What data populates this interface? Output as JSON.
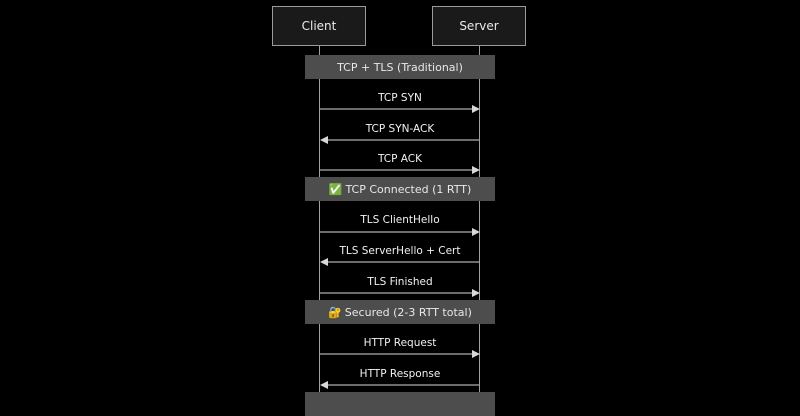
{
  "actors": {
    "client": "Client",
    "server": "Server"
  },
  "notes": {
    "n1": "TCP + TLS (Traditional)",
    "n2": "TCP Connected (1 RTT)",
    "n3": "Secured (2-3 RTT total)",
    "n2_icon": "✅",
    "n3_icon": "🔐"
  },
  "messages": [
    {
      "label": "TCP SYN",
      "direction": "client-to-server"
    },
    {
      "label": "TCP SYN-ACK",
      "direction": "server-to-client"
    },
    {
      "label": "TCP ACK",
      "direction": "client-to-server"
    },
    {
      "label": "TLS ClientHello",
      "direction": "client-to-server"
    },
    {
      "label": "TLS ServerHello + Cert",
      "direction": "server-to-client"
    },
    {
      "label": "TLS Finished",
      "direction": "client-to-server"
    },
    {
      "label": "HTTP Request",
      "direction": "client-to-server"
    },
    {
      "label": "HTTP Response",
      "direction": "server-to-client"
    }
  ],
  "colors": {
    "background": "#000000",
    "note": "#4d4d4d",
    "line": "#a0a0a0"
  }
}
